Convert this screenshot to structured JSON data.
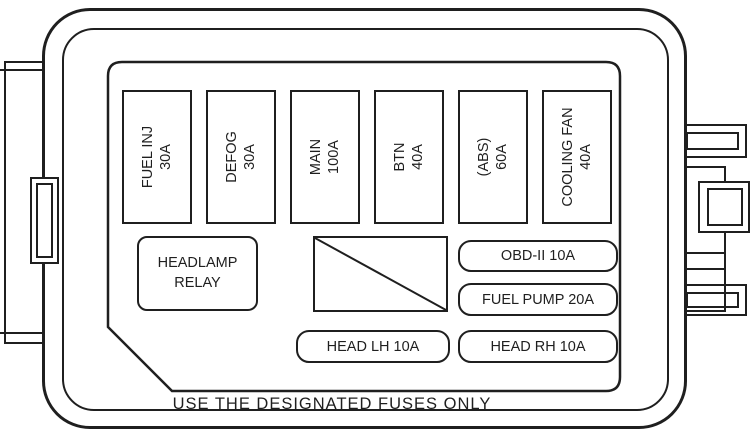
{
  "diagram": {
    "note": "USE THE DESIGNATED FUSES ONLY",
    "colors": {
      "line": "#1f1f1f",
      "background": "#ffffff"
    },
    "vertical_fuses": [
      {
        "label": "FUEL INJ",
        "rating": "30A"
      },
      {
        "label": "DEFOG",
        "rating": "30A"
      },
      {
        "label": "MAIN",
        "rating": "100A"
      },
      {
        "label": "BTN",
        "rating": "40A"
      },
      {
        "label": "(ABS)",
        "rating": "60A"
      },
      {
        "label": "COOLING FAN",
        "rating": "40A"
      }
    ],
    "relay": {
      "line1": "HEADLAMP",
      "line2": "RELAY"
    },
    "small_fuses": {
      "obd2": "OBD-II 10A",
      "fuel_pump": "FUEL PUMP 20A",
      "head_lh": "HEAD LH 10A",
      "head_rh": "HEAD RH 10A"
    }
  }
}
